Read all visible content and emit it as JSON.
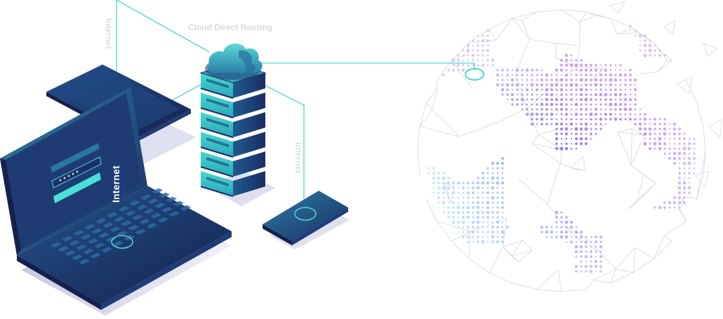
{
  "labels": {
    "cloud_direct_routing": "Cloud Direct Routing",
    "internet_laptop": "Internet",
    "internet_tablet": "Internet",
    "internet_phone": "Internet"
  },
  "icons": {
    "cloud": "cloud-icon",
    "server": "server-icon",
    "laptop": "laptop-icon",
    "tablet": "tablet-icon",
    "phone": "phone-icon",
    "globe": "globe-icon",
    "password_field": "password-field-icon"
  },
  "colors": {
    "connector": "#4fd6d0",
    "device_dark": "#1c2f66",
    "device_mid": "#23538a",
    "device_light": "#2f8ba8",
    "screen_accent": "#49e0d6",
    "globe_pink": "#d65ad6",
    "globe_purple": "#8a4fe0",
    "globe_cyan": "#5fc6e6",
    "mesh_gray": "#d8dbe0"
  }
}
